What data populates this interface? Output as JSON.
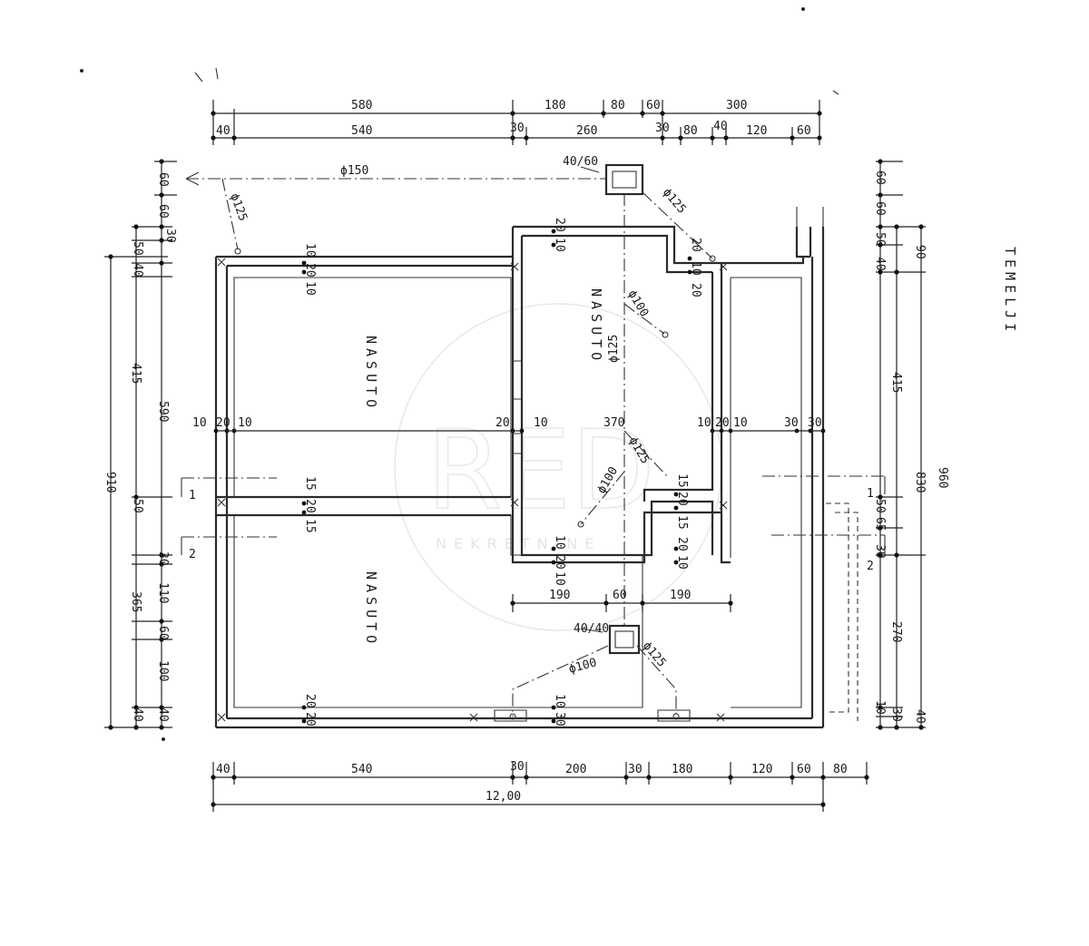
{
  "title": "TEMELJI",
  "rooms": [
    "NASUTO",
    "NASUTO",
    "NASUTO"
  ],
  "pipes": [
    "ϕ150",
    "ϕ125",
    "ϕ125",
    "ϕ100",
    "ϕ125",
    "ϕ125",
    "ϕ100",
    "ϕ100",
    "ϕ125"
  ],
  "manholes": [
    "40/60",
    "40/40"
  ],
  "sections": [
    "1",
    "2",
    "1",
    "2"
  ],
  "dimensions": {
    "top_row1": [
      "580",
      "180",
      "80",
      "60",
      "300"
    ],
    "top_row2": [
      "40",
      "540",
      "30",
      "260",
      "30",
      "80",
      "40",
      "120",
      "60"
    ],
    "bottom_row1": [
      "40",
      "540",
      "30",
      "200",
      "30",
      "180",
      "120",
      "60",
      "80"
    ],
    "bottom_total": "12,00",
    "left_outer": "910",
    "left_mid": [
      "415",
      "365"
    ],
    "left_inner": [
      "60",
      "60",
      "30",
      "50",
      "40",
      "590",
      "50",
      "30",
      "110",
      "60",
      "100",
      "40",
      "40"
    ],
    "right_outer": "960",
    "right_mid": [
      "90",
      "415",
      "830",
      "270"
    ],
    "right_inner": [
      "60",
      "60",
      "50",
      "40",
      "50",
      "65",
      "30",
      "10",
      "30",
      "40"
    ],
    "wall_marks": [
      "10",
      "20",
      "10",
      "10",
      "20",
      "10",
      "20",
      "10",
      "370",
      "10",
      "20",
      "10",
      "30",
      "30",
      "15",
      "20",
      "15",
      "20",
      "10",
      "20",
      "10",
      "20",
      "10",
      "15",
      "20",
      "15",
      "20",
      "10",
      "20",
      "10",
      "20",
      "20",
      "10",
      "30",
      "190",
      "60",
      "190"
    ]
  },
  "watermark": {
    "logo": "RED",
    "text": "NEKRETNINE"
  }
}
